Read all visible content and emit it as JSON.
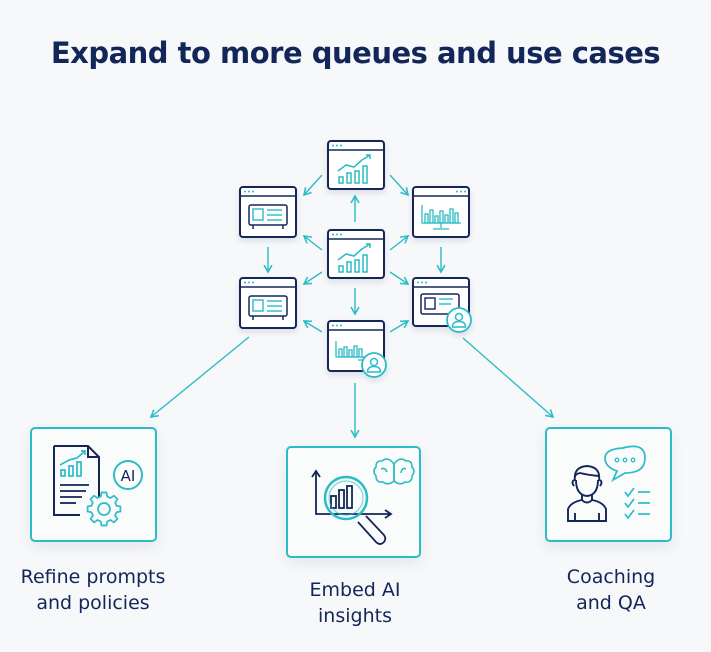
{
  "title": "Expand to more queues and use cases",
  "colors": {
    "navy": "#13265a",
    "teal": "#2bbcc6",
    "background": "#f7f8f9"
  },
  "network": {
    "nodes": [
      {
        "id": "top",
        "icon": "line-bar-chart-window-icon"
      },
      {
        "id": "upper-left",
        "icon": "dashboard-window-icon"
      },
      {
        "id": "upper-right",
        "icon": "monitor-bar-chart-window-icon"
      },
      {
        "id": "center",
        "icon": "line-bar-chart-window-icon"
      },
      {
        "id": "lower-left",
        "icon": "dashboard-window-icon"
      },
      {
        "id": "lower-right",
        "icon": "dashboard-user-window-icon"
      },
      {
        "id": "bottom",
        "icon": "bar-chart-user-window-icon"
      }
    ]
  },
  "use_cases": [
    {
      "icon": "document-ai-gear-icon",
      "label_line1": "Refine prompts",
      "label_line2": "and policies"
    },
    {
      "icon": "magnifier-chart-brain-icon",
      "label_line1": "Embed AI",
      "label_line2": "insights"
    },
    {
      "icon": "person-chat-checklist-icon",
      "label_line1": "Coaching",
      "label_line2": "and QA"
    }
  ],
  "ai_badge_text": "AI"
}
